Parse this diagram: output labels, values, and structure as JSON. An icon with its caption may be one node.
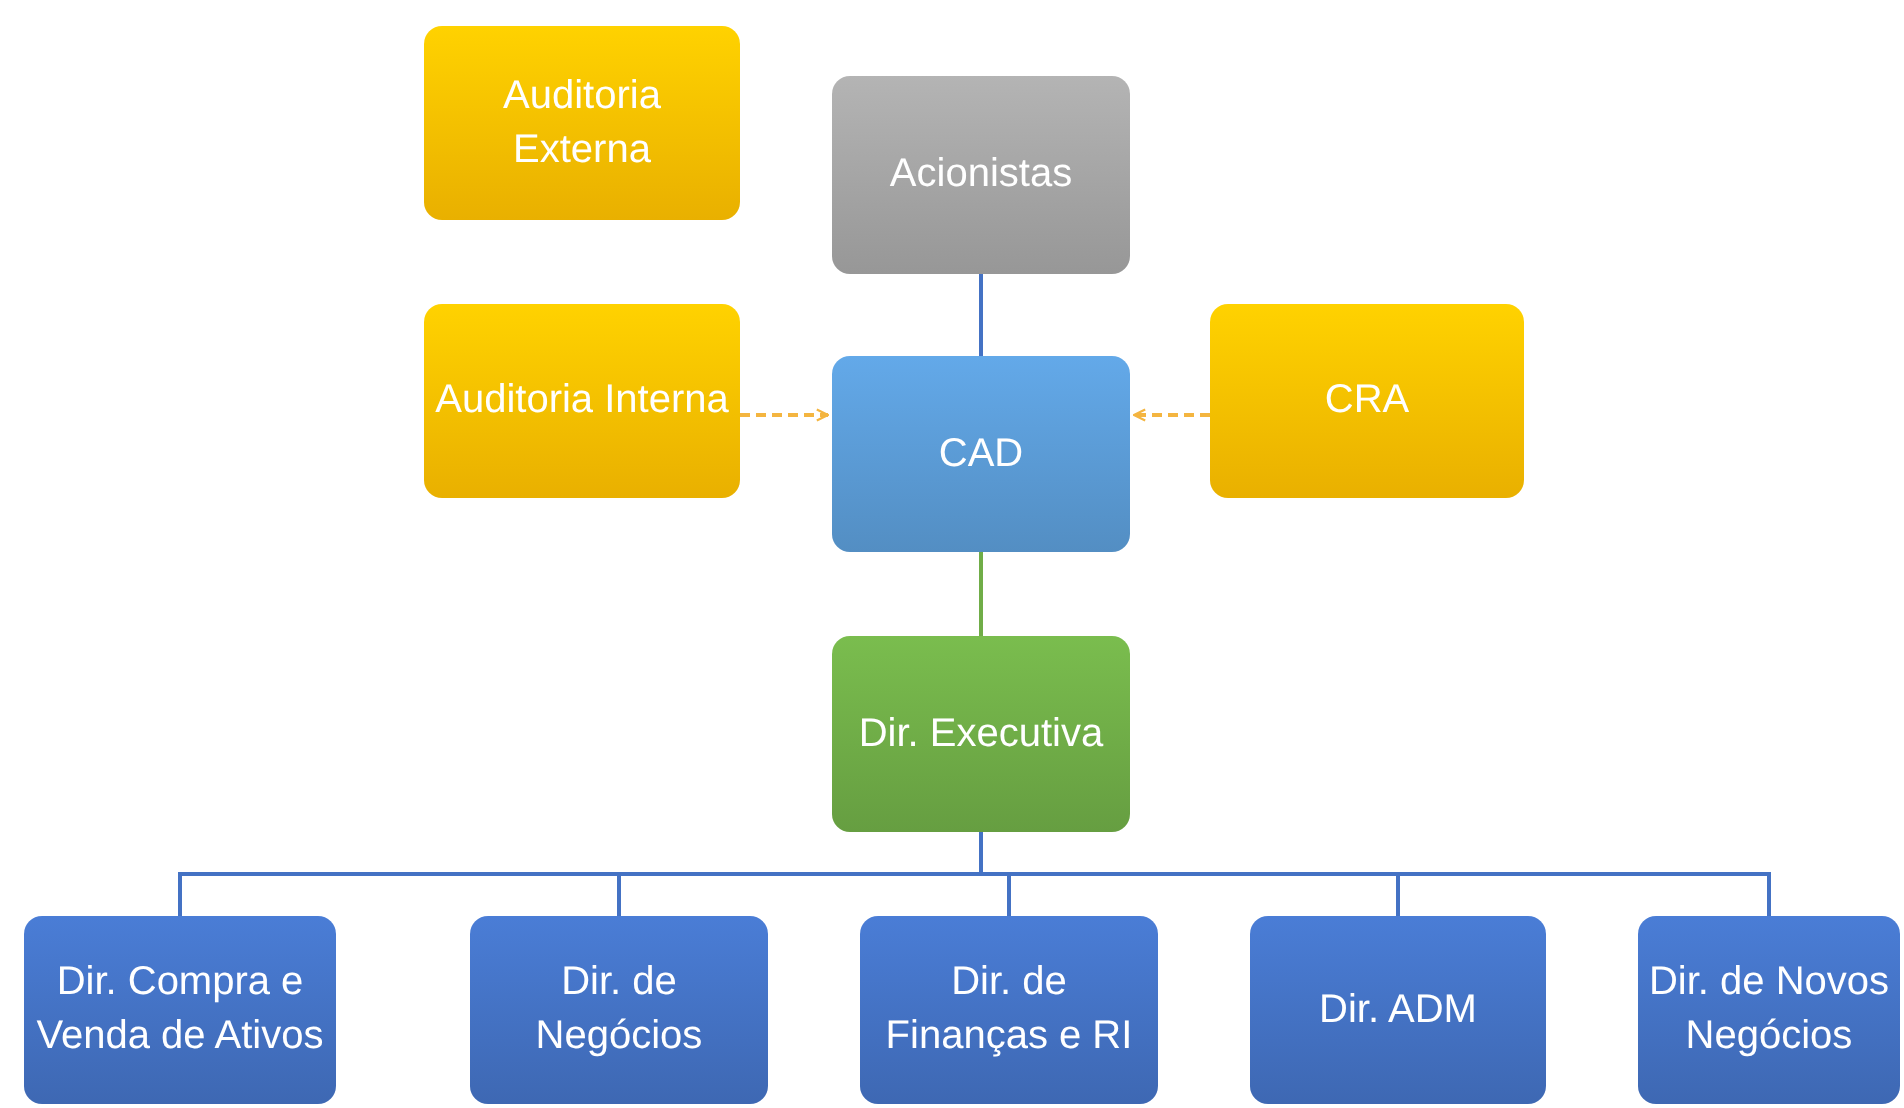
{
  "diagram": {
    "nodes": [
      {
        "text": [
          "Auditoria Externa"
        ]
      },
      {
        "text": [
          "Acionistas"
        ]
      },
      {
        "text": [
          "Auditoria Interna"
        ]
      },
      {
        "text": [
          "CAD"
        ]
      },
      {
        "text": [
          "CRA"
        ]
      },
      {
        "text": [
          "Dir. Executiva"
        ]
      },
      {
        "text": [
          "Dir. Compra e Venda de Ativos"
        ]
      },
      {
        "text": [
          "Dir. de Negócios"
        ]
      },
      {
        "text": [
          "Dir. de Finanças e RI"
        ]
      },
      {
        "text": [
          "Dir. ADM"
        ]
      },
      {
        "text": [
          "Dir. de Novos Negócios"
        ]
      }
    ],
    "edges": [
      {
        "from": 1,
        "to": 3,
        "arrow": "none"
      },
      {
        "from": 2,
        "to": 3,
        "arrow": "to",
        "style": "dashed",
        "color": "#f4b540"
      },
      {
        "from": 4,
        "to": 3,
        "arrow": "to",
        "style": "dashed",
        "color": "#f4b540"
      },
      {
        "from": 3,
        "to": 5,
        "arrow": "none",
        "color": "#70ad47"
      },
      {
        "from": 5,
        "to": 6,
        "arrow": "none"
      },
      {
        "from": 5,
        "to": 7,
        "arrow": "none"
      },
      {
        "from": 5,
        "to": 8,
        "arrow": "none"
      },
      {
        "from": 5,
        "to": 9,
        "arrow": "none"
      },
      {
        "from": 5,
        "to": 10,
        "arrow": "none"
      }
    ]
  }
}
